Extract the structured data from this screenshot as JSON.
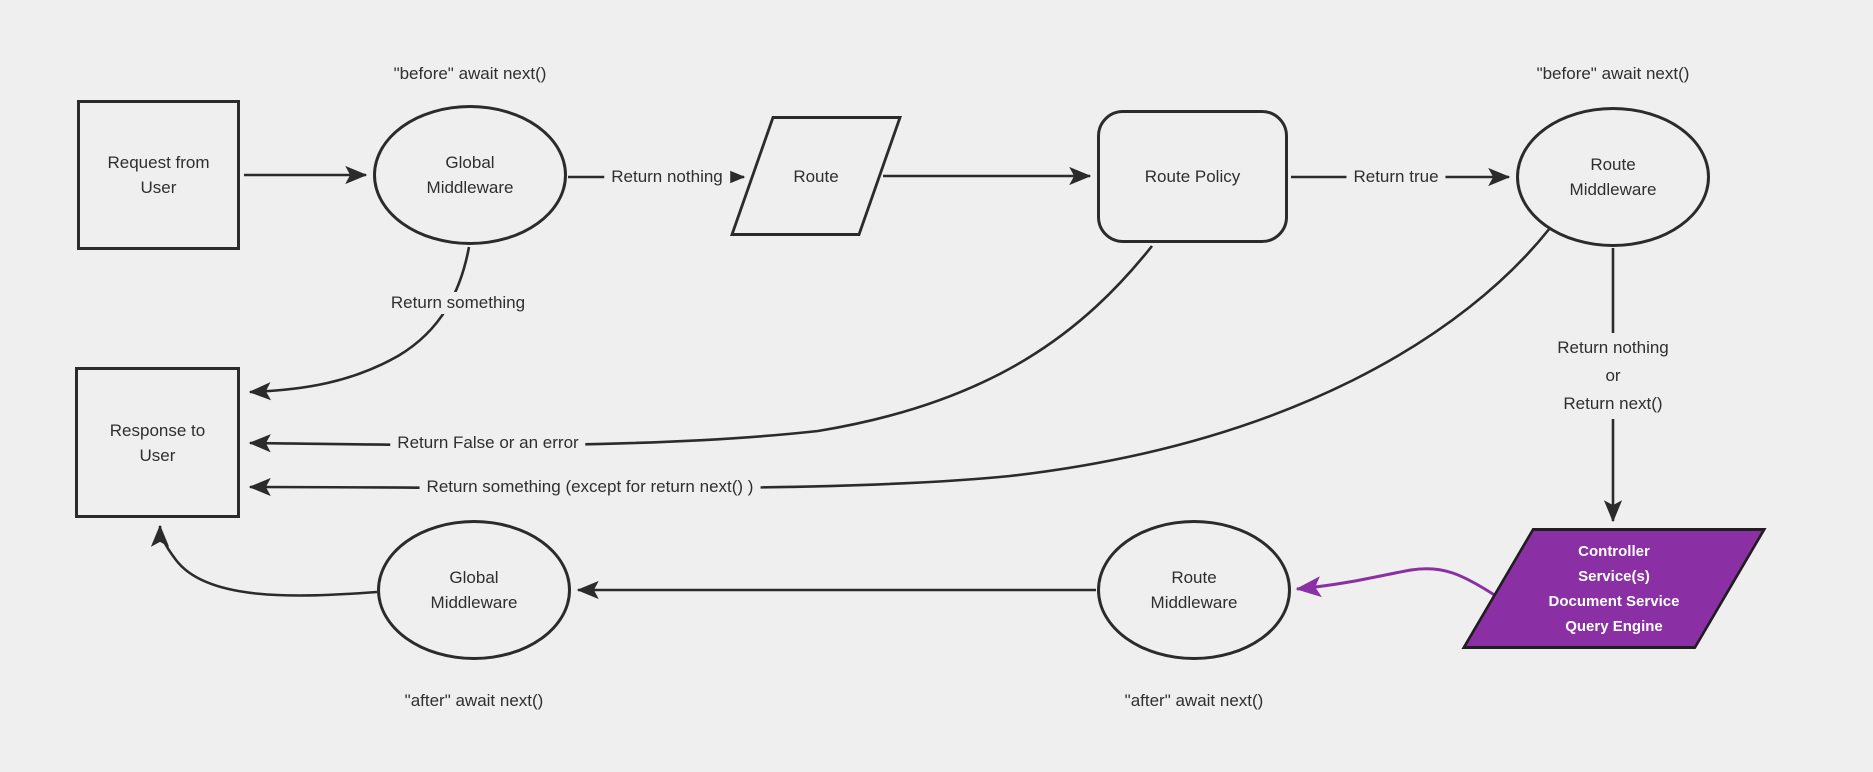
{
  "diagram_title": "middleware-request-lifecycle-flowchart",
  "colors": {
    "background": "#efefef",
    "stroke": "#2b2b2b",
    "text": "#2f2f2f",
    "accent_purple": "#8b2fa5",
    "purple_border": "#1f1f1f",
    "white_text": "#ffffff"
  },
  "nodes": {
    "request": {
      "label": "Request from\nUser",
      "shape": "rectangle"
    },
    "global_middleware_top": {
      "label": "Global\nMiddleware",
      "shape": "ellipse"
    },
    "route": {
      "label": "Route",
      "shape": "parallelogram"
    },
    "route_policy": {
      "label": "Route Policy",
      "shape": "rounded-rectangle"
    },
    "route_middleware_top": {
      "label": "Route\nMiddleware",
      "shape": "ellipse"
    },
    "controller": {
      "label": "Controller\nService(s)\nDocument Service\nQuery Engine",
      "shape": "parallelogram"
    },
    "route_middleware_bottom": {
      "label": "Route\nMiddleware",
      "shape": "ellipse"
    },
    "global_middleware_bottom": {
      "label": "Global\nMiddleware",
      "shape": "ellipse"
    },
    "response": {
      "label": "Response to\nUser",
      "shape": "rectangle"
    }
  },
  "edge_labels": {
    "before_await_top_left": "\"before\" await next()",
    "before_await_top_right": "\"before\" await next()",
    "return_nothing_top": "Return nothing",
    "return_true": "Return true",
    "return_something": "Return something",
    "return_false_or_error": "Return False or an error",
    "return_something_except": "Return something (except for return next() )",
    "return_nothing_or_next": "Return nothing\nor\nReturn next()",
    "after_await_bottom_left": "\"after\" await next()",
    "after_await_bottom_middle": "\"after\" await next()"
  }
}
